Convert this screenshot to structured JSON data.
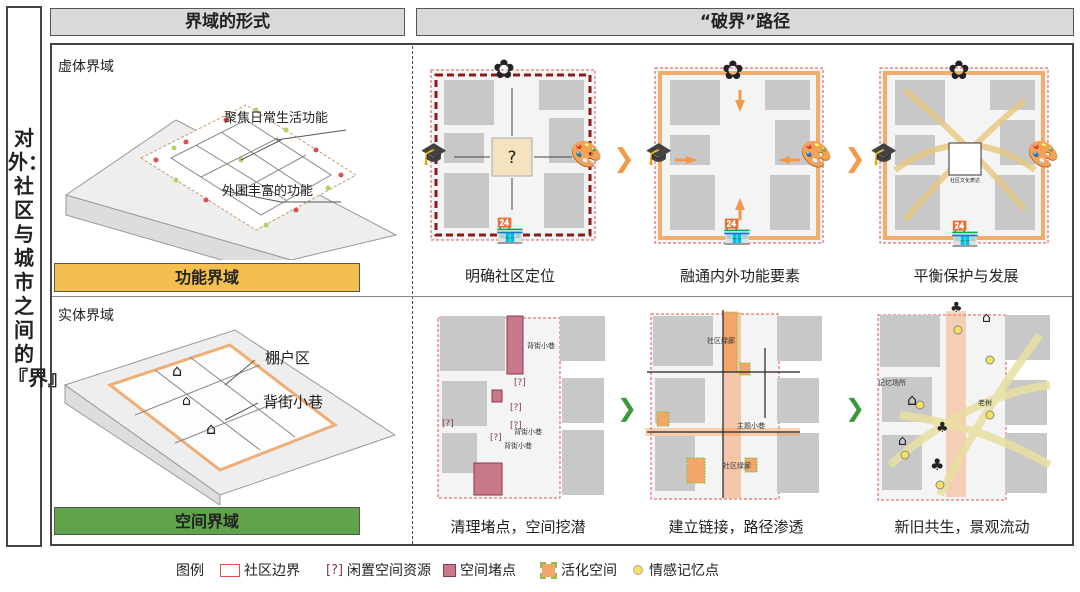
{
  "side_title": "对外：社区与城市之间的『界』",
  "headers": {
    "left": "界域的形式",
    "right": "“破界”路径"
  },
  "top_row": {
    "title": "虚体界域",
    "annot1": "聚焦日常生活功能",
    "annot2": "外围丰富的功能",
    "badge": "功能界域",
    "badge_color": "#f3c04f",
    "qmark": "?",
    "house_text": "社区文化表达",
    "captions": [
      "明确社区定位",
      "融通内外功能要素",
      "平衡保护与发展"
    ]
  },
  "bottom_row": {
    "title": "实体界域",
    "annot1": "棚户区",
    "annot2": "背街小巷",
    "badge": "空间界域",
    "badge_color": "#5fa34a",
    "lane1": "背街小巷",
    "lane2": "背街小巷",
    "lane3": "背街小巷",
    "green_label1": "社区绿廊",
    "green_label2": "主题小巷",
    "green_label3": "社区绿廊",
    "mem1": "记忆场所",
    "mem2": "老树",
    "captions": [
      "清理堵点，空间挖潜",
      "建立链接，路径渗透",
      "新旧共生，景观流动"
    ]
  },
  "legend": {
    "title": "图例",
    "items": [
      "社区边界",
      "闲置空间资源",
      "空间堵点",
      "活化空间",
      "情感记忆点"
    ]
  },
  "colors": {
    "boundary": "#d9534f",
    "block": "#bfbfbf",
    "orange": "#f29a4a",
    "jam": "#c9778a",
    "green": "#8cc04a"
  }
}
